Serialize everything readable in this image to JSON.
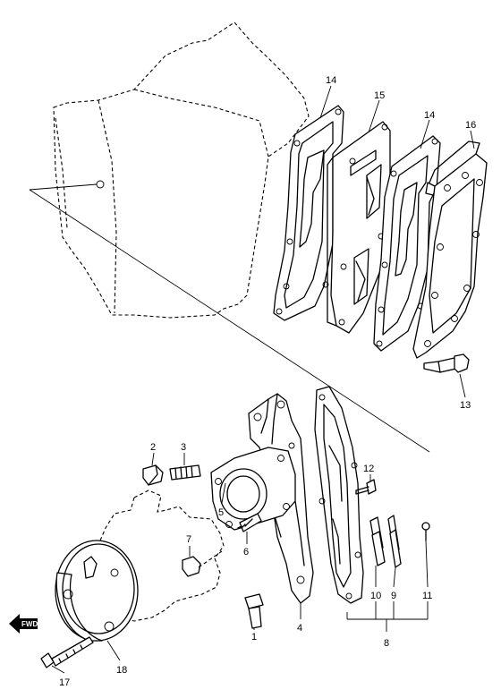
{
  "callouts": {
    "c1": "1",
    "c2": "2",
    "c3": "3",
    "c4": "4",
    "c5": "5",
    "c6": "6",
    "c7": "7",
    "c8": "8",
    "c9": "9",
    "c10": "10",
    "c11": "11",
    "c12": "12",
    "c13": "13",
    "c14a": "14",
    "c14b": "14",
    "c15": "15",
    "c16": "16",
    "c17": "17",
    "c18": "18"
  },
  "direction_badge": "FWD",
  "colors": {
    "line": "#000000",
    "background": "#ffffff"
  }
}
